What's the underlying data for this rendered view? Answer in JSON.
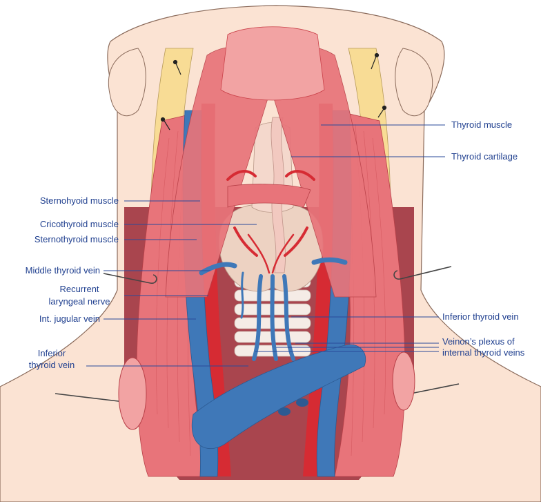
{
  "labels": {
    "thyroid_muscle": "Thyroid muscle",
    "thyroid_cartilage": "Thyroid cartilage",
    "sternohyoid_muscle": "Sternohyoid muscle",
    "cricothyroid_muscle": "Cricothyroid muscle",
    "sternothyroid_muscle": "Sternothyroid muscle",
    "middle_thyroid_vein": "Middle thyroid vein",
    "recurrent_laryngeal_nerve_1": "Recurrent",
    "recurrent_laryngeal_nerve_2": "laryngeal nerve",
    "int_jugular_vein": "Int. jugular vein",
    "inferior_thyroid_vein_left_1": "Inferior",
    "inferior_thyroid_vein_left_2": "thyroid vein",
    "inferior_thyroid_vein_right": "Inferior thyroid vein",
    "veinons_plexus_1": "Veinon’s plexus of",
    "veinons_plexus_2": "internal thyroid veins"
  },
  "colors": {
    "skin": "#fbe3d3",
    "skin_outline": "#8a6a5a",
    "fat": "#f8dc95",
    "muscle": "#e8747a",
    "muscle_light": "#f2a3a3",
    "muscle_dark": "#c94048",
    "artery": "#d62b33",
    "vein": "#3f78b8",
    "vein_dark": "#2c5a92",
    "cartilage": "#f4d8cc",
    "gland": "#edd2c2",
    "trachea_ring": "#f5ece6",
    "cavity": "#a9454e",
    "label_text": "#1f3f8f"
  }
}
